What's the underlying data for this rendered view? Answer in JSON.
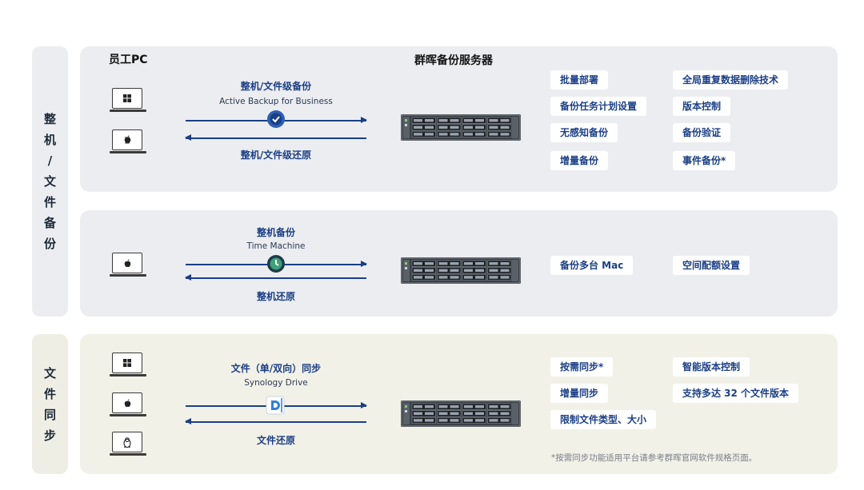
{
  "sections": {
    "full_backup": "整\n机\n/\n文\n件\n备\n份",
    "file_sync": "文\n件\n同\n步"
  },
  "headers": {
    "client": "员工PC",
    "server": "群晖备份服务器"
  },
  "row1": {
    "title": "整机/文件级备份",
    "subtitle": "Active Backup for Business",
    "restore": "整机/文件级还原",
    "features": [
      "批量部署",
      "全局重复数据删除技术",
      "备份任务计划设置",
      "版本控制",
      "无感知备份",
      "备份验证",
      "增量备份",
      "事件备份*"
    ]
  },
  "row2": {
    "title": "整机备份",
    "subtitle": "Time Machine",
    "restore": "整机还原",
    "features": [
      "备份多台 Mac",
      "空间配额设置"
    ]
  },
  "row3": {
    "title": "文件（单/双向）同步",
    "subtitle": "Synology Drive",
    "restore": "文件还原",
    "features": [
      "按需同步*",
      "智能版本控制",
      "增量同步",
      "支持多达 32 个文件版本",
      "限制文件类型、大小"
    ],
    "note": "*按需同步功能适用平台请参考群晖官网软件规格页面。"
  },
  "icons": {
    "windows": "windows-logo-icon",
    "apple": "apple-logo-icon",
    "linux": "linux-penguin-icon",
    "abb": "active-backup-icon",
    "tm": "time-machine-icon",
    "drive": "synology-drive-icon"
  },
  "colors": {
    "accent": "#1b3f86",
    "panel_grey": "#ebedf0",
    "panel_beige": "#f2f1e8"
  }
}
